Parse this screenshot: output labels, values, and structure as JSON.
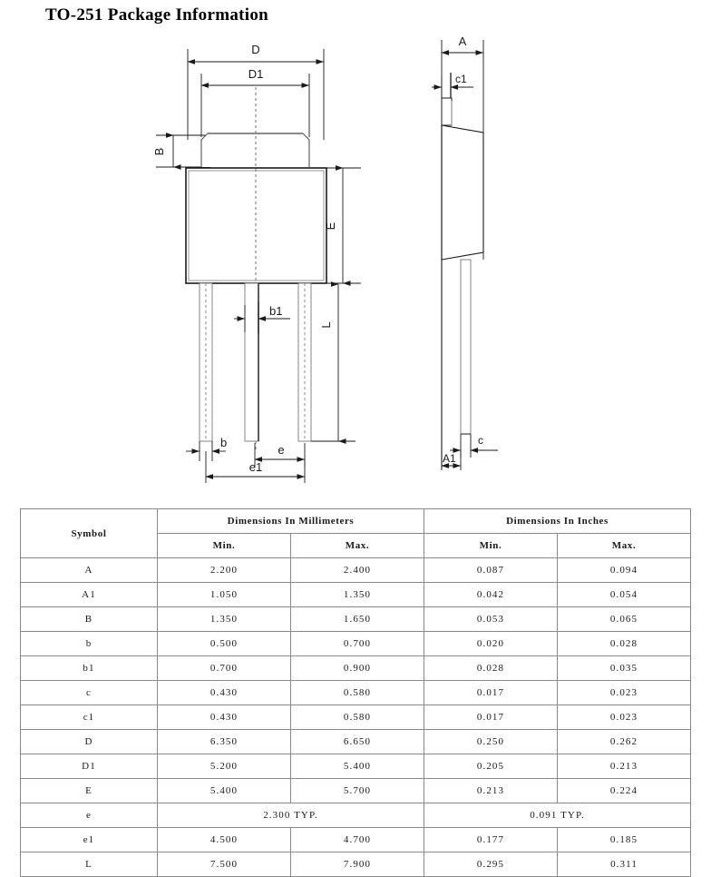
{
  "page": {
    "title": "TO-251 Package Information"
  },
  "drawing": {
    "front_view": {
      "name": "front-view",
      "labels": {
        "D": "D",
        "D1": "D1",
        "B": "B",
        "E": "E",
        "L": "L",
        "b": "b",
        "b1": "b1",
        "e": "e",
        "e1": "e1"
      }
    },
    "side_view": {
      "name": "side-view",
      "labels": {
        "A": "A",
        "A1": "A1",
        "c": "c",
        "c1": "c1"
      }
    }
  },
  "table": {
    "headers": {
      "symbol": "Symbol",
      "millimeters": "Dimensions In Millimeters",
      "inches": "Dimensions In Inches",
      "mm_min": "Min.",
      "mm_max": "Max.",
      "in_min": "Min.",
      "in_max": "Max."
    },
    "rows": [
      {
        "symbol": "A",
        "mm_min": "2.200",
        "mm_max": "2.400",
        "in_min": "0.087",
        "in_max": "0.094",
        "merged": false
      },
      {
        "symbol": "A1",
        "mm_min": "1.050",
        "mm_max": "1.350",
        "in_min": "0.042",
        "in_max": "0.054",
        "merged": false
      },
      {
        "symbol": "B",
        "mm_min": "1.350",
        "mm_max": "1.650",
        "in_min": "0.053",
        "in_max": "0.065",
        "merged": false
      },
      {
        "symbol": "b",
        "mm_min": "0.500",
        "mm_max": "0.700",
        "in_min": "0.020",
        "in_max": "0.028",
        "merged": false
      },
      {
        "symbol": "b1",
        "mm_min": "0.700",
        "mm_max": "0.900",
        "in_min": "0.028",
        "in_max": "0.035",
        "merged": false
      },
      {
        "symbol": "c",
        "mm_min": "0.430",
        "mm_max": "0.580",
        "in_min": "0.017",
        "in_max": "0.023",
        "merged": false
      },
      {
        "symbol": "c1",
        "mm_min": "0.430",
        "mm_max": "0.580",
        "in_min": "0.017",
        "in_max": "0.023",
        "merged": false
      },
      {
        "symbol": "D",
        "mm_min": "6.350",
        "mm_max": "6.650",
        "in_min": "0.250",
        "in_max": "0.262",
        "merged": false
      },
      {
        "symbol": "D1",
        "mm_min": "5.200",
        "mm_max": "5.400",
        "in_min": "0.205",
        "in_max": "0.213",
        "merged": false
      },
      {
        "symbol": "E",
        "mm_min": "5.400",
        "mm_max": "5.700",
        "in_min": "0.213",
        "in_max": "0.224",
        "merged": false
      },
      {
        "symbol": "e",
        "mm_typ": "2.300 TYP.",
        "in_typ": "0.091 TYP.",
        "merged": true
      },
      {
        "symbol": "e1",
        "mm_min": "4.500",
        "mm_max": "4.700",
        "in_min": "0.177",
        "in_max": "0.185",
        "merged": false
      },
      {
        "symbol": "L",
        "mm_min": "7.500",
        "mm_max": "7.900",
        "in_min": "0.295",
        "in_max": "0.311",
        "merged": false
      }
    ]
  }
}
